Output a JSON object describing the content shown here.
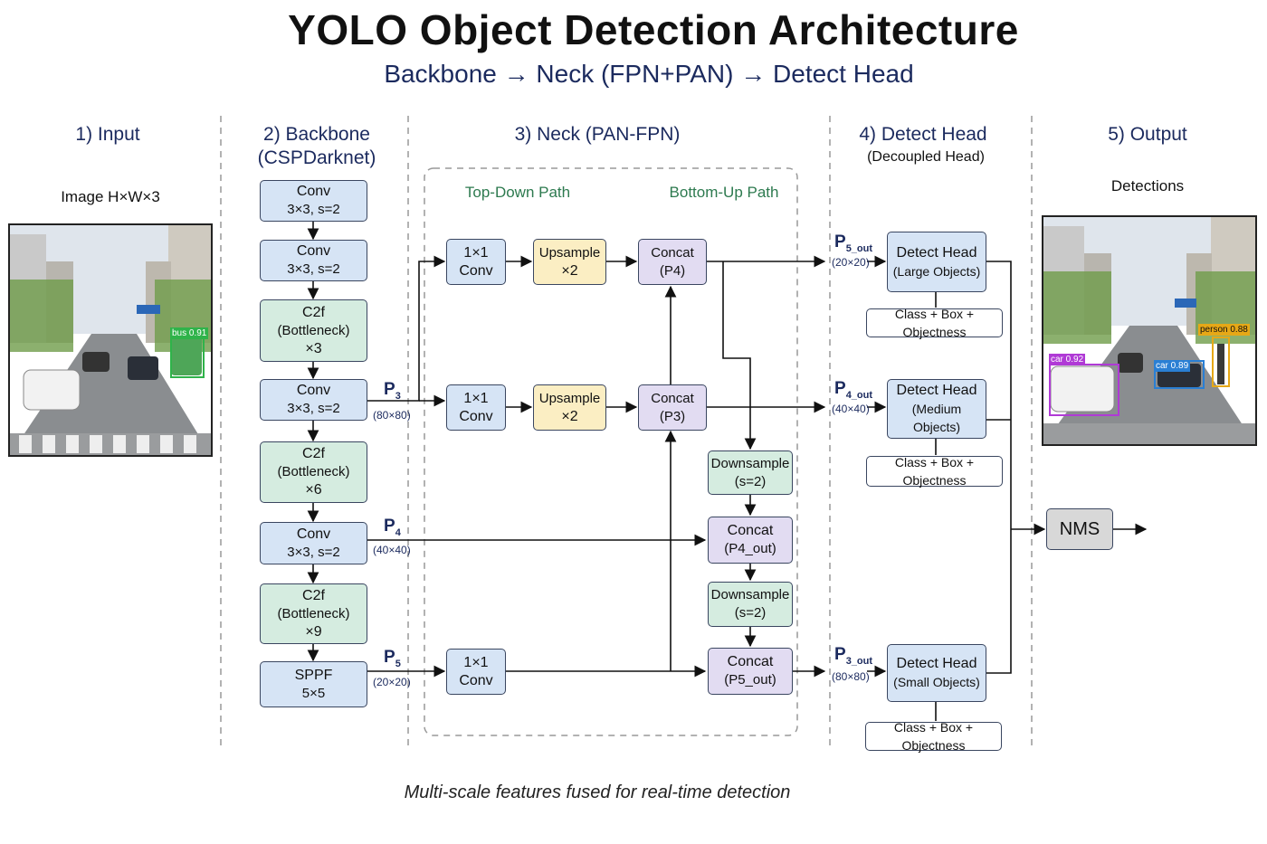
{
  "header": {
    "title": "YOLO Object Detection Architecture",
    "subtitle": "Backbone → Neck (FPN+PAN) → Detect Head"
  },
  "sections": {
    "input": {
      "title": "1)  Input",
      "caption": "Image H×W×3"
    },
    "backbone": {
      "title_line1": "2)  Backbone",
      "title_line2": "(CSPDarknet)"
    },
    "neck": {
      "title": "3)  Neck (PAN-FPN)",
      "top_down": "Top-Down Path",
      "bottom_up": "Bottom-Up Path"
    },
    "head": {
      "title": "4)  Detect Head",
      "subtitle": "(Decoupled Head)"
    },
    "output": {
      "title": "5)  Output",
      "caption": "Detections"
    }
  },
  "backbone_blocks": [
    {
      "line1": "Conv",
      "line2": "3×3, s=2",
      "line3": ""
    },
    {
      "line1": "Conv",
      "line2": "3×3, s=2",
      "line3": ""
    },
    {
      "line1": "C2f",
      "line2": "(Bottleneck)",
      "line3": "×3"
    },
    {
      "line1": "Conv",
      "line2": "3×3, s=2",
      "line3": ""
    },
    {
      "line1": "C2f",
      "line2": "(Bottleneck)",
      "line3": "×6"
    },
    {
      "line1": "Conv",
      "line2": "3×3, s=2",
      "line3": ""
    },
    {
      "line1": "C2f",
      "line2": "(Bottleneck)",
      "line3": "×9"
    },
    {
      "line1": "SPPF",
      "line2": "5×5",
      "line3": ""
    }
  ],
  "feature_taps": {
    "p3": {
      "name": "P",
      "sub": "3",
      "dims": "(80×80)"
    },
    "p4": {
      "name": "P",
      "sub": "4",
      "dims": "(40×40)"
    },
    "p5": {
      "name": "P",
      "sub": "5",
      "dims": "(20×20)"
    }
  },
  "neck_blocks": {
    "conv_top": {
      "line1": "1×1",
      "line2": "Conv"
    },
    "upsample_top": {
      "line1": "Upsample",
      "line2": "×2"
    },
    "concat_p4": {
      "line1": "Concat",
      "line2": "(P4)"
    },
    "conv_mid": {
      "line1": "1×1",
      "line2": "Conv"
    },
    "upsample_mid": {
      "line1": "Upsample",
      "line2": "×2"
    },
    "concat_p3": {
      "line1": "Concat",
      "line2": "(P3)"
    },
    "downsample_1": {
      "line1": "Downsample",
      "line2": "(s=2)"
    },
    "concat_p4out": {
      "line1": "Concat",
      "line2": "(P4_out)"
    },
    "downsample_2": {
      "line1": "Downsample",
      "line2": "(s=2)"
    },
    "conv_bot": {
      "line1": "1×1",
      "line2": "Conv"
    },
    "concat_p5out": {
      "line1": "Concat",
      "line2": "(P5_out)"
    }
  },
  "head_outputs": {
    "p5out": {
      "name": "P",
      "sub": "5_out",
      "dims": "(20×20)"
    },
    "p4out": {
      "name": "P",
      "sub": "4_out",
      "dims": "(40×40)"
    },
    "p3out": {
      "name": "P",
      "sub": "3_out",
      "dims": "(80×80)"
    }
  },
  "head_blocks": {
    "large": {
      "line1": "Detect Head",
      "line2": "(Large Objects)",
      "cls": "Class + Box + Objectness"
    },
    "medium": {
      "line1": "Detect Head",
      "line2": "(Medium Objects)",
      "cls": "Class + Box + Objectness"
    },
    "small": {
      "line1": "Detect Head",
      "line2": "(Small Objects)",
      "cls": "Class + Box + Objectness"
    }
  },
  "nms_label": "NMS",
  "input_detection": {
    "label": "bus 0.91",
    "color": "#2fb34a"
  },
  "output_detections": [
    {
      "label": "car 0.92",
      "color": "#b03ad6"
    },
    {
      "label": "car 0.89",
      "color": "#2a7fd4"
    },
    {
      "label": "person 0.88",
      "color": "#e6a817"
    }
  ],
  "footer": "Multi-scale features fused for real-time detection"
}
